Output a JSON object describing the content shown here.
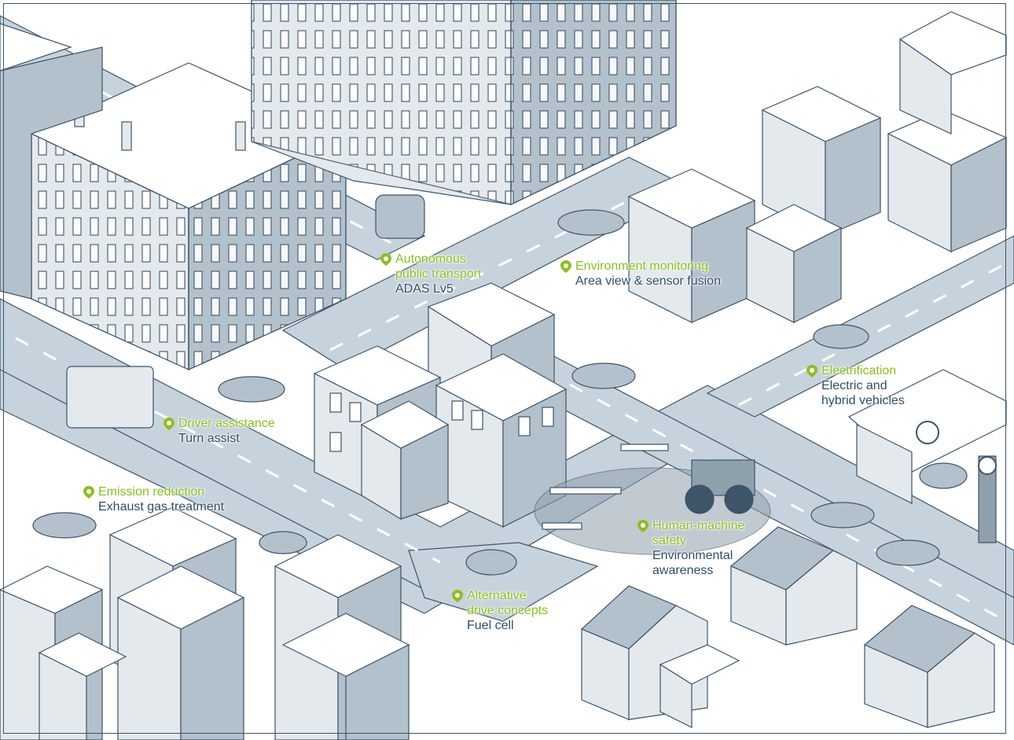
{
  "colors": {
    "accent": "#8cbf1f",
    "text_dark": "#2f4e66",
    "road": "#c7d3dc",
    "building_light": "#e4e9ed",
    "building_mid": "#b3c1cc",
    "building_dark": "#8fa0ad",
    "outline": "#3e5468"
  },
  "callouts": [
    {
      "id": "autonomous",
      "icon": "location-pin-icon",
      "title": [
        "Autonomous",
        "public transport"
      ],
      "subtitle": [
        "ADAS Lv5"
      ]
    },
    {
      "id": "environment",
      "icon": "location-pin-icon",
      "title": [
        "Environment monitoring"
      ],
      "subtitle": [
        "Area view & sensor fusion"
      ]
    },
    {
      "id": "electrification",
      "icon": "location-pin-icon",
      "title": [
        "Electrification"
      ],
      "subtitle": [
        "Electric and",
        "hybrid vehicles"
      ]
    },
    {
      "id": "driver",
      "icon": "location-pin-icon",
      "title": [
        "Driver assistance"
      ],
      "subtitle": [
        "Turn assist"
      ]
    },
    {
      "id": "emission",
      "icon": "location-pin-icon",
      "title": [
        "Emission reduction"
      ],
      "subtitle": [
        "Exhaust gas treatment"
      ]
    },
    {
      "id": "hm_safety",
      "icon": "location-pin-icon",
      "title": [
        "Human-machine",
        "safety"
      ],
      "subtitle": [
        "Environmental",
        "awareness"
      ]
    },
    {
      "id": "alt_drive",
      "icon": "location-pin-icon",
      "title": [
        "Alternative",
        "drive concepts"
      ],
      "subtitle": [
        "Fuel cell"
      ]
    }
  ]
}
